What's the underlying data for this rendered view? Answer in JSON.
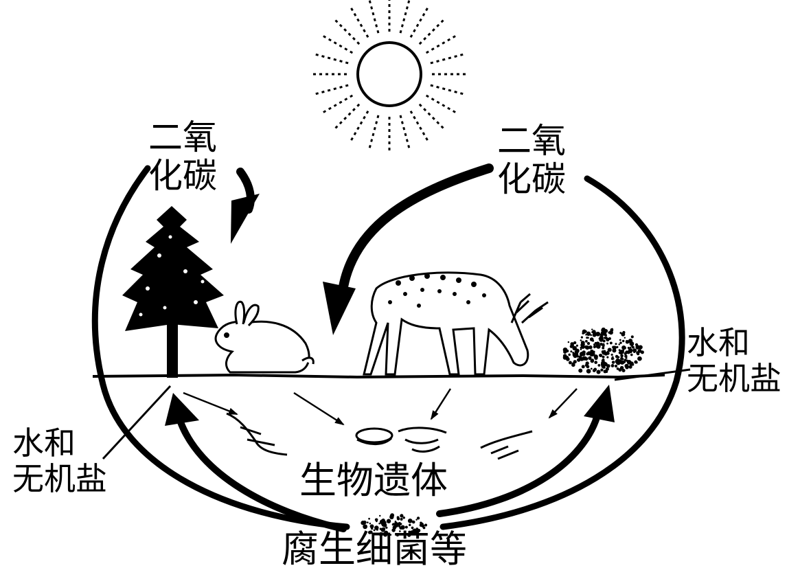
{
  "labels": {
    "co2_left": [
      "二氧",
      "化碳"
    ],
    "co2_right": [
      "二氧",
      "化碳"
    ],
    "water_minerals_left": [
      "水和",
      "无机盐"
    ],
    "water_minerals_right": [
      "水和",
      "无机盐"
    ],
    "remains": "生物遗体",
    "decomposers": "腐生细菌等"
  },
  "icons": [
    "sun-icon",
    "tree-icon",
    "rabbit-icon",
    "deer-icon",
    "shrub-icon",
    "organism-remains-icon",
    "bacteria-icon"
  ],
  "colors": {
    "ink": "#000000",
    "paper": "#ffffff"
  }
}
